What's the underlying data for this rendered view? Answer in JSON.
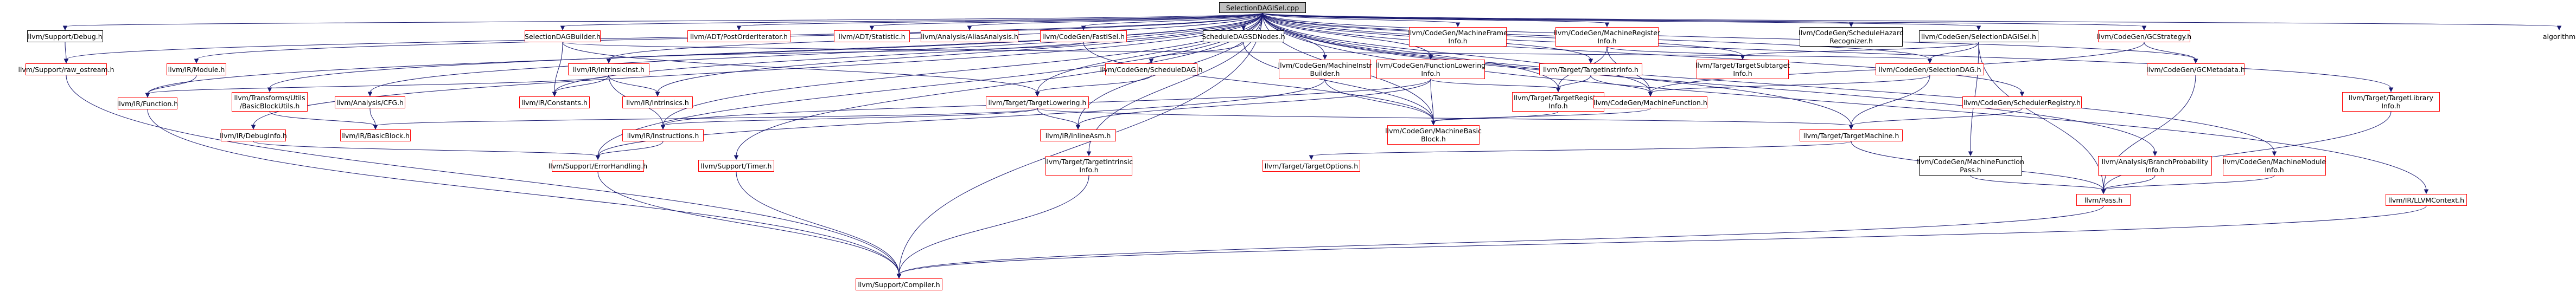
{
  "nodes": [
    {
      "id": "root",
      "label": "SelectionDAGISel.cpp",
      "kind": "root"
    },
    {
      "id": "debug",
      "label": "llvm/Support/Debug.h",
      "kind": "black"
    },
    {
      "id": "raw",
      "label": "llvm/Support/raw_ostream.h",
      "kind": "red"
    },
    {
      "id": "module",
      "label": "llvm/IR/Module.h",
      "kind": "red"
    },
    {
      "id": "function",
      "label": "llvm/IR/Function.h",
      "kind": "red"
    },
    {
      "id": "debuginfo",
      "label": "llvm/IR/DebugInfo.h",
      "kind": "red"
    },
    {
      "id": "compiler",
      "label": "llvm/Support/Compiler.h",
      "kind": "red"
    },
    {
      "id": "errorhandling",
      "label": "llvm/Support/ErrorHandling.h",
      "kind": "red"
    },
    {
      "id": "basicblockutils",
      "label": "llvm/Transforms/Utils\n/BasicBlockUtils.h",
      "kind": "red"
    },
    {
      "id": "analysiscfg",
      "label": "llvm/Analysis/CFG.h",
      "kind": "red"
    },
    {
      "id": "basicblock",
      "label": "llvm/IR/BasicBlock.h",
      "kind": "red"
    },
    {
      "id": "sdbuilder",
      "label": "SelectionDAGBuilder.h",
      "kind": "red"
    },
    {
      "id": "intrinsicinst",
      "label": "llvm/IR/IntrinsicInst.h",
      "kind": "red"
    },
    {
      "id": "constants",
      "label": "llvm/IR/Constants.h",
      "kind": "red"
    },
    {
      "id": "intrinsics",
      "label": "llvm/IR/Intrinsics.h",
      "kind": "red"
    },
    {
      "id": "instructions",
      "label": "llvm/IR/Instructions.h",
      "kind": "red"
    },
    {
      "id": "postorder",
      "label": "llvm/ADT/PostOrderIterator.h",
      "kind": "red"
    },
    {
      "id": "statistic",
      "label": "llvm/ADT/Statistic.h",
      "kind": "red"
    },
    {
      "id": "aliasanalysis",
      "label": "llvm/Analysis/AliasAnalysis.h",
      "kind": "red"
    },
    {
      "id": "fastisel",
      "label": "llvm/CodeGen/FastISel.h",
      "kind": "red"
    },
    {
      "id": "tlowering",
      "label": "llvm/Target/TargetLowering.h",
      "kind": "red"
    },
    {
      "id": "inlineasm",
      "label": "llvm/IR/InlineAsm.h",
      "kind": "red"
    },
    {
      "id": "schedulednodes",
      "label": "ScheduleDAGSDNodes.h",
      "kind": "black"
    },
    {
      "id": "scheduledag",
      "label": "llvm/CodeGen/ScheduleDAG.h",
      "kind": "red"
    },
    {
      "id": "timer",
      "label": "llvm/Support/Timer.h",
      "kind": "red"
    },
    {
      "id": "mibuilder",
      "label": "llvm/CodeGen/MachineInstr\nBuilder.h",
      "kind": "red"
    },
    {
      "id": "mbb",
      "label": "llvm/CodeGen/MachineBasic\nBlock.h",
      "kind": "red"
    },
    {
      "id": "mframe",
      "label": "llvm/CodeGen/MachineFrame\nInfo.h",
      "kind": "red"
    },
    {
      "id": "funclowering",
      "label": "llvm/CodeGen/FunctionLowering\nInfo.h",
      "kind": "red"
    },
    {
      "id": "tregisterinfo",
      "label": "llvm/Target/TargetRegister\nInfo.h",
      "kind": "red"
    },
    {
      "id": "tintrinsic",
      "label": "llvm/Target/TargetIntrinsic\nInfo.h",
      "kind": "red"
    },
    {
      "id": "toptions",
      "label": "llvm/Target/TargetOptions.h",
      "kind": "red"
    },
    {
      "id": "tinstrinfo",
      "label": "llvm/Target/TargetInstrInfo.h",
      "kind": "red"
    },
    {
      "id": "mregister",
      "label": "llvm/CodeGen/MachineRegister\nInfo.h",
      "kind": "red"
    },
    {
      "id": "mfunction",
      "label": "llvm/CodeGen/MachineFunction.h",
      "kind": "red"
    },
    {
      "id": "tsubtarget",
      "label": "llvm/Target/TargetSubtarget\nInfo.h",
      "kind": "red"
    },
    {
      "id": "schedhazard",
      "label": "llvm/CodeGen/ScheduleHazard\nRecognizer.h",
      "kind": "black"
    },
    {
      "id": "sdisel",
      "label": "llvm/CodeGen/SelectionDAGISel.h",
      "kind": "black"
    },
    {
      "id": "sdag",
      "label": "llvm/CodeGen/SelectionDAG.h",
      "kind": "red"
    },
    {
      "id": "schedregistry",
      "label": "llvm/CodeGen/SchedulerRegistry.h",
      "kind": "red"
    },
    {
      "id": "tmachine",
      "label": "llvm/Target/TargetMachine.h",
      "kind": "red"
    },
    {
      "id": "mfpass",
      "label": "llvm/CodeGen/MachineFunction\nPass.h",
      "kind": "black"
    },
    {
      "id": "gcstrategy",
      "label": "llvm/CodeGen/GCStrategy.h",
      "kind": "red"
    },
    {
      "id": "gcmetadata",
      "label": "llvm/CodeGen/GCMetadata.h",
      "kind": "red"
    },
    {
      "id": "branchprob",
      "label": "llvm/Analysis/BranchProbability\nInfo.h",
      "kind": "red"
    },
    {
      "id": "mmodule",
      "label": "llvm/CodeGen/MachineModule\nInfo.h",
      "kind": "red"
    },
    {
      "id": "tlibrary",
      "label": "llvm/Target/TargetLibrary\nInfo.h",
      "kind": "red"
    },
    {
      "id": "pass",
      "label": "llvm/Pass.h",
      "kind": "red"
    },
    {
      "id": "llvmcontext",
      "label": "llvm/IR/LLVMContext.h",
      "kind": "red"
    },
    {
      "id": "algorithm",
      "label": "algorithm",
      "kind": "plain"
    }
  ]
}
